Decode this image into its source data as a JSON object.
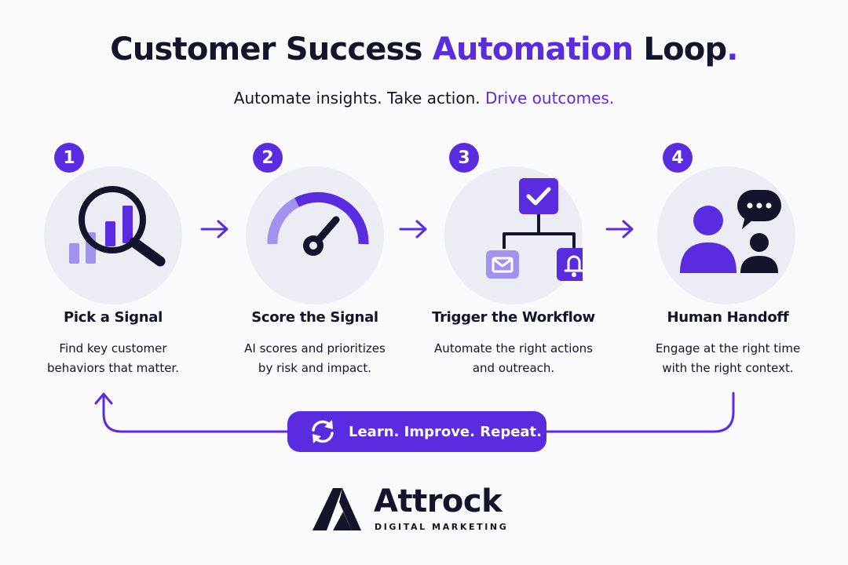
{
  "header": {
    "title_part1": "Customer Success ",
    "title_accent": "Automation",
    "title_part2": " Loop",
    "title_dot": ".",
    "subtitle_plain": "Automate insights. Take action. ",
    "subtitle_accent": "Drive outcomes."
  },
  "steps": [
    {
      "number": "1",
      "title": "Pick a Signal",
      "desc_line1": "Find key customer",
      "desc_line2": "behaviors that matter.",
      "icon": "magnifier-bar-chart-icon"
    },
    {
      "number": "2",
      "title": "Score the Signal",
      "desc_line1": "AI scores and prioritizes",
      "desc_line2": "by risk and impact.",
      "icon": "gauge-icon"
    },
    {
      "number": "3",
      "title": "Trigger the Workflow",
      "desc_line1": "Automate the right actions",
      "desc_line2": "and outreach.",
      "icon": "workflow-tree-icon"
    },
    {
      "number": "4",
      "title": "Human Handoff",
      "desc_line1": "Engage at the right time",
      "desc_line2": "with the right context.",
      "icon": "people-chat-icon"
    }
  ],
  "loop": {
    "label": "Learn. Improve. Repeat.",
    "icon": "refresh-icon"
  },
  "brand": {
    "name": "Attrock",
    "tagline": "DIGITAL MARKETING"
  },
  "colors": {
    "accent": "#5b2be0",
    "accent_light": "#a391f0",
    "dark": "#14142b",
    "disc": "#ececf5"
  }
}
